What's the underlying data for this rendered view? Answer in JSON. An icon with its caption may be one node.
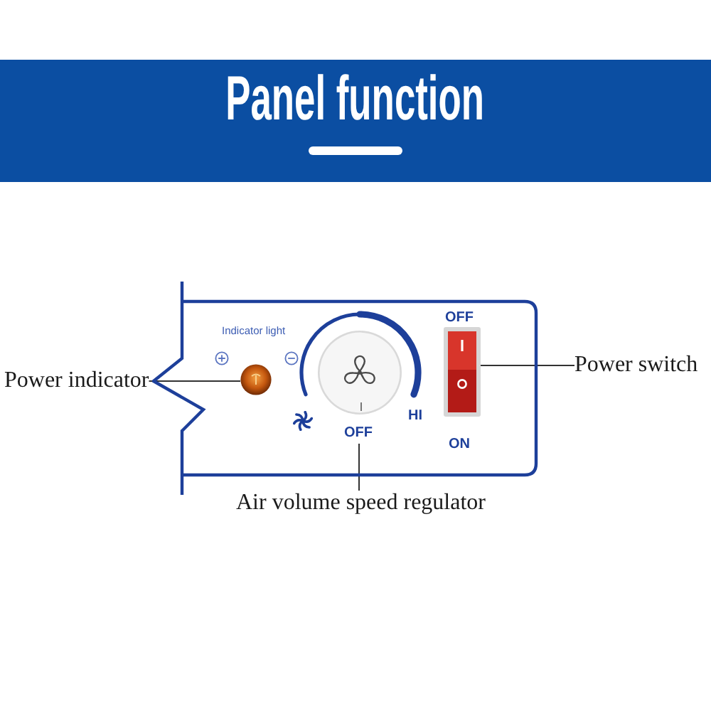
{
  "diagram": {
    "title": "Panel function",
    "nodes": [
      {
        "text": [],
        "shape": "circle"
      },
      {
        "text": [
          "OFF",
          "HI"
        ]
      },
      {
        "text": [],
        "shape": "box",
        "beside": [
          "OFF",
          "ON"
        ]
      },
      {
        "text": [
          "Power indicator"
        ]
      },
      {
        "text": [
          "Power switch"
        ]
      },
      {
        "text": [
          "Air volume speed regulator"
        ]
      }
    ],
    "edges": [
      {
        "from": 3,
        "to": 0,
        "arrow": "none"
      },
      {
        "from": 4,
        "to": 2,
        "arrow": "none"
      },
      {
        "from": 5,
        "to": 1,
        "arrow": "none"
      }
    ],
    "labels": [
      "Indicator light"
    ]
  }
}
